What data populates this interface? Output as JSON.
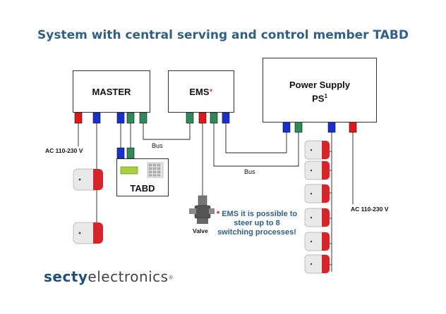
{
  "title": "System with central serving and control member TABD",
  "boxes": {
    "master": "MASTER",
    "ems": "EMS",
    "ems_star": "*",
    "power_supply": "Power Supply",
    "ps": "PS",
    "ps_sup": "1",
    "tabd": "TABD"
  },
  "labels": {
    "ac_left": "AC 110-230 V",
    "ac_right": "AC 110-230 V",
    "bus_1": "Bus",
    "bus_2": "Bus",
    "valve": "Valve"
  },
  "note": {
    "star": "*",
    "line1": "EMS it is possible to",
    "line2": "steer up to 8",
    "line3": "switching processes!"
  },
  "logo": {
    "part1": "secty",
    "part2": "electronics",
    "mark": "®"
  },
  "colors": {
    "title": "#2f5f8a",
    "red_terminal": "#e01818",
    "blue_terminal": "#1a2fd0",
    "green_terminal": "#2f8a5a",
    "note_star": "#dd1111"
  }
}
